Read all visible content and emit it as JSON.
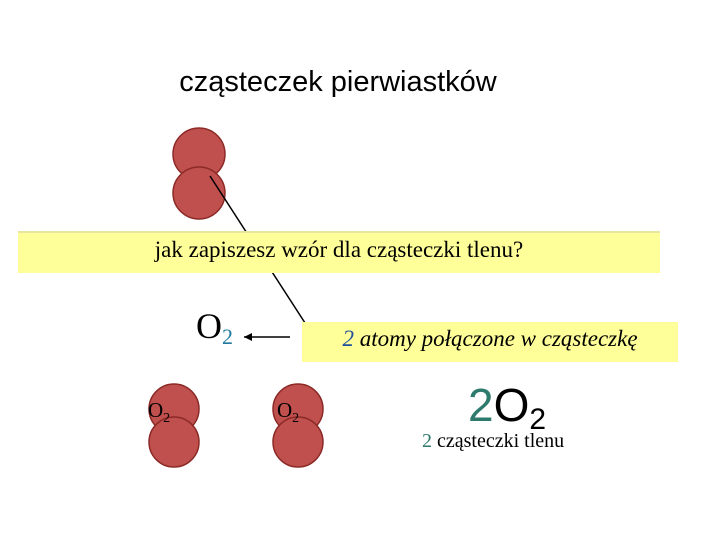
{
  "title": "cząsteczek pierwiastków",
  "question": "jak zapiszesz wzór dla cząsteczki tlenu?",
  "formula_main": {
    "symbol": "O",
    "index": "2"
  },
  "note": {
    "number": "2",
    "text": " atomy połączone w cząsteczkę"
  },
  "molecule_left_label": {
    "symbol": "O",
    "index": "2"
  },
  "molecule_mid_label": {
    "symbol": "O",
    "index": "2"
  },
  "formula_big": {
    "coefficient": "2",
    "symbol": "O",
    "index": "2"
  },
  "caption": {
    "number": "2",
    "text": " cząsteczki tlenu"
  },
  "colors": {
    "atom": "#c0504d",
    "atom_outline": "#8b2a27",
    "highlight": "#ffff99"
  }
}
